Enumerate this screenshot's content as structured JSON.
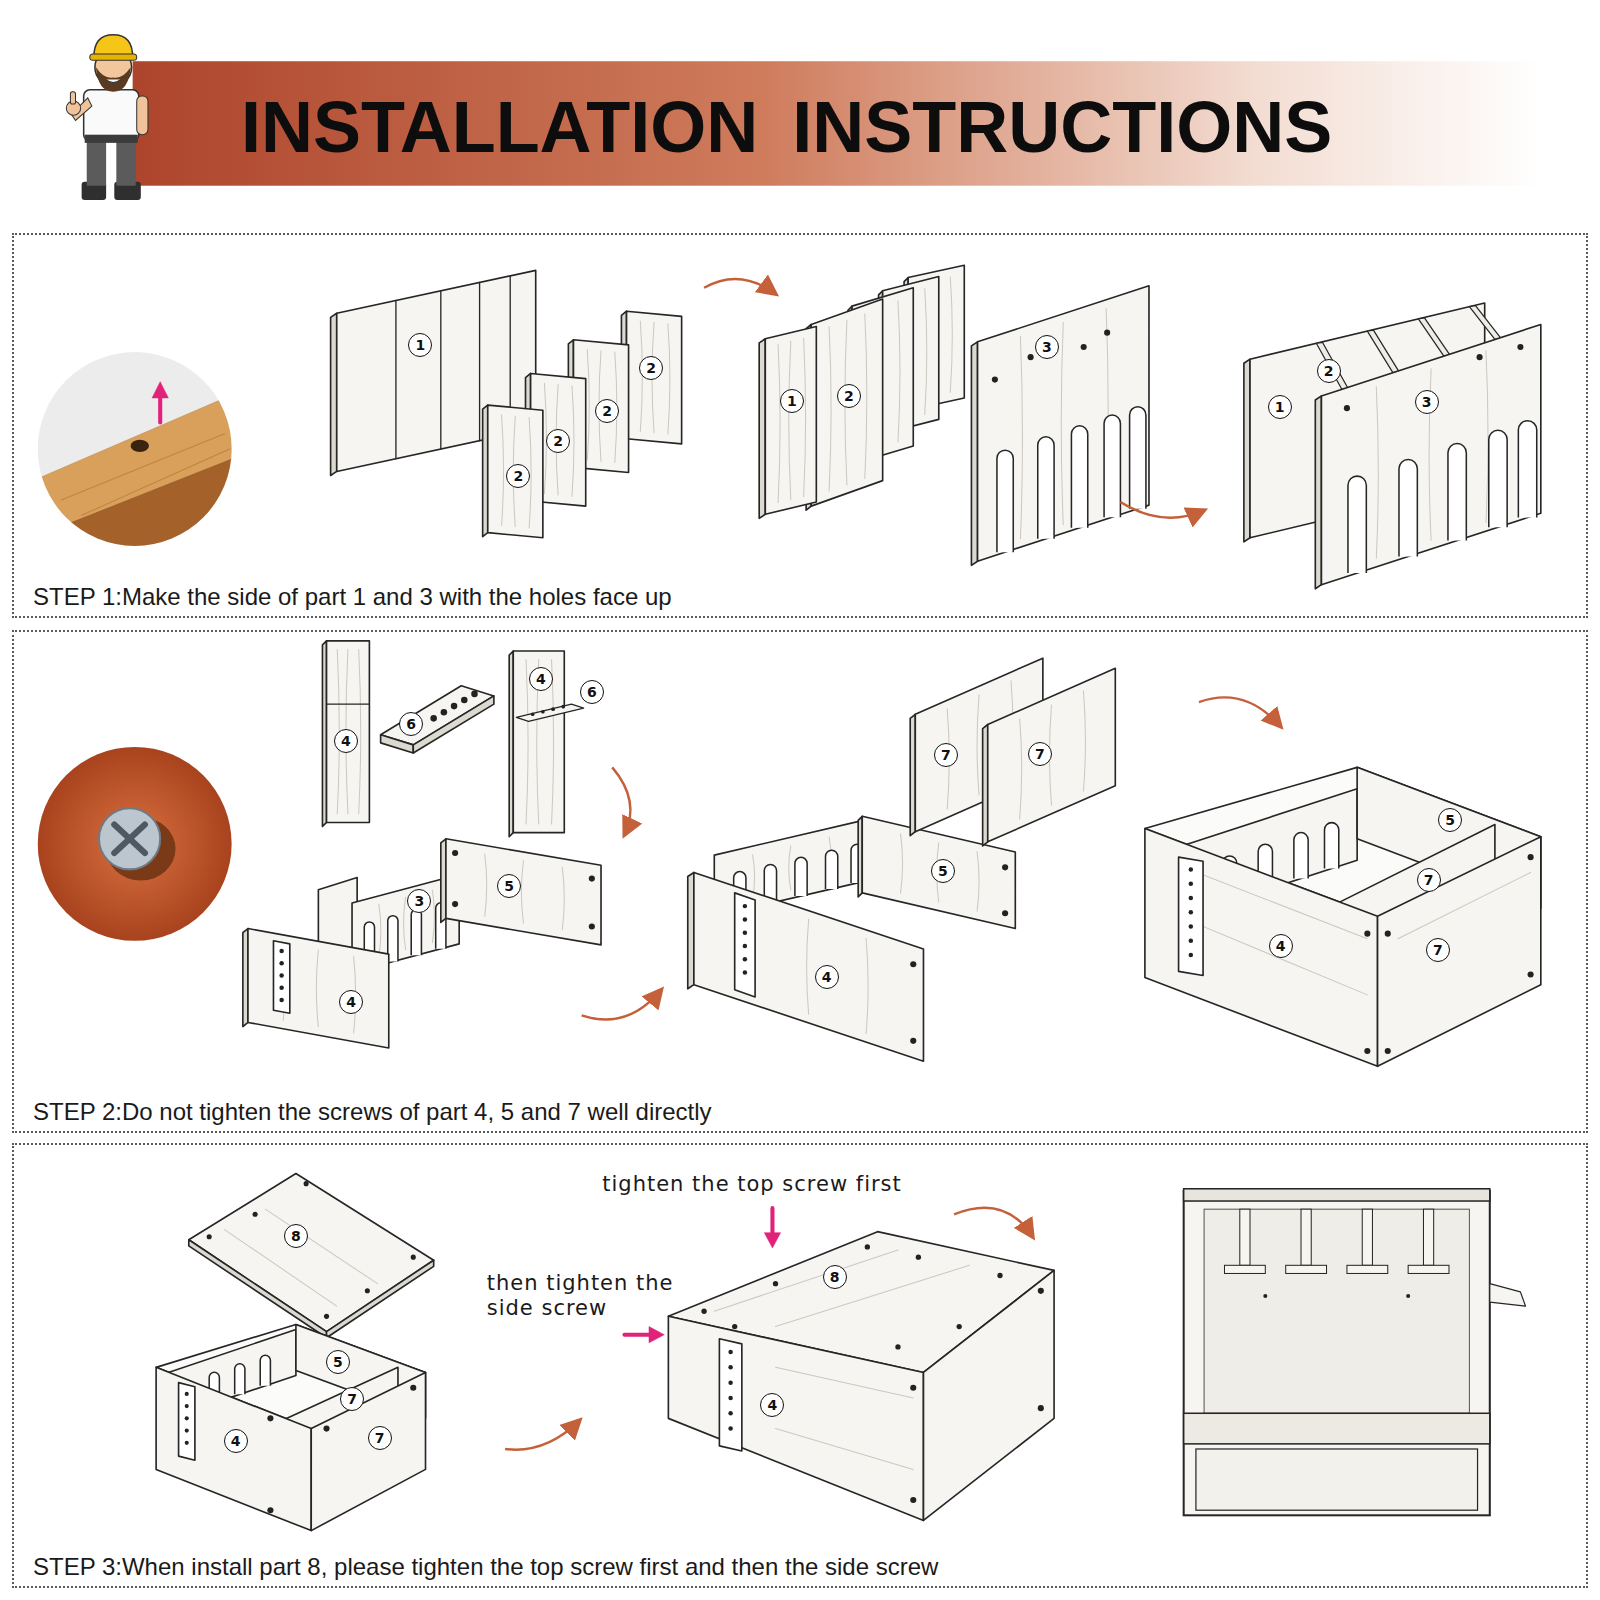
{
  "diagram": {
    "title": "INSTALLATION INSTRUCTIONS",
    "nodes": [
      {
        "text": [
          "STEP 1:Make the side of part 1 and 3 with the holes face up"
        ]
      },
      {
        "text": [
          "STEP 2:Do not tighten the screws of part 4, 5 and 7 well directly"
        ]
      },
      {
        "text": [
          "STEP 3:When install part 8, please tighten the top screw first and then the side screw"
        ]
      }
    ],
    "labels": [
      "1",
      "2",
      "2",
      "2",
      "2",
      "1",
      "2",
      "3",
      "1",
      "2",
      "3",
      "4",
      "6",
      "4",
      "6",
      "3",
      "5",
      "4",
      "7",
      "7",
      "5",
      "4",
      "5",
      "7",
      "4",
      "7",
      "8",
      "5",
      "7",
      "4",
      "7",
      "tighten the top screw first",
      "then tighten the side screw",
      "8",
      "4"
    ]
  }
}
